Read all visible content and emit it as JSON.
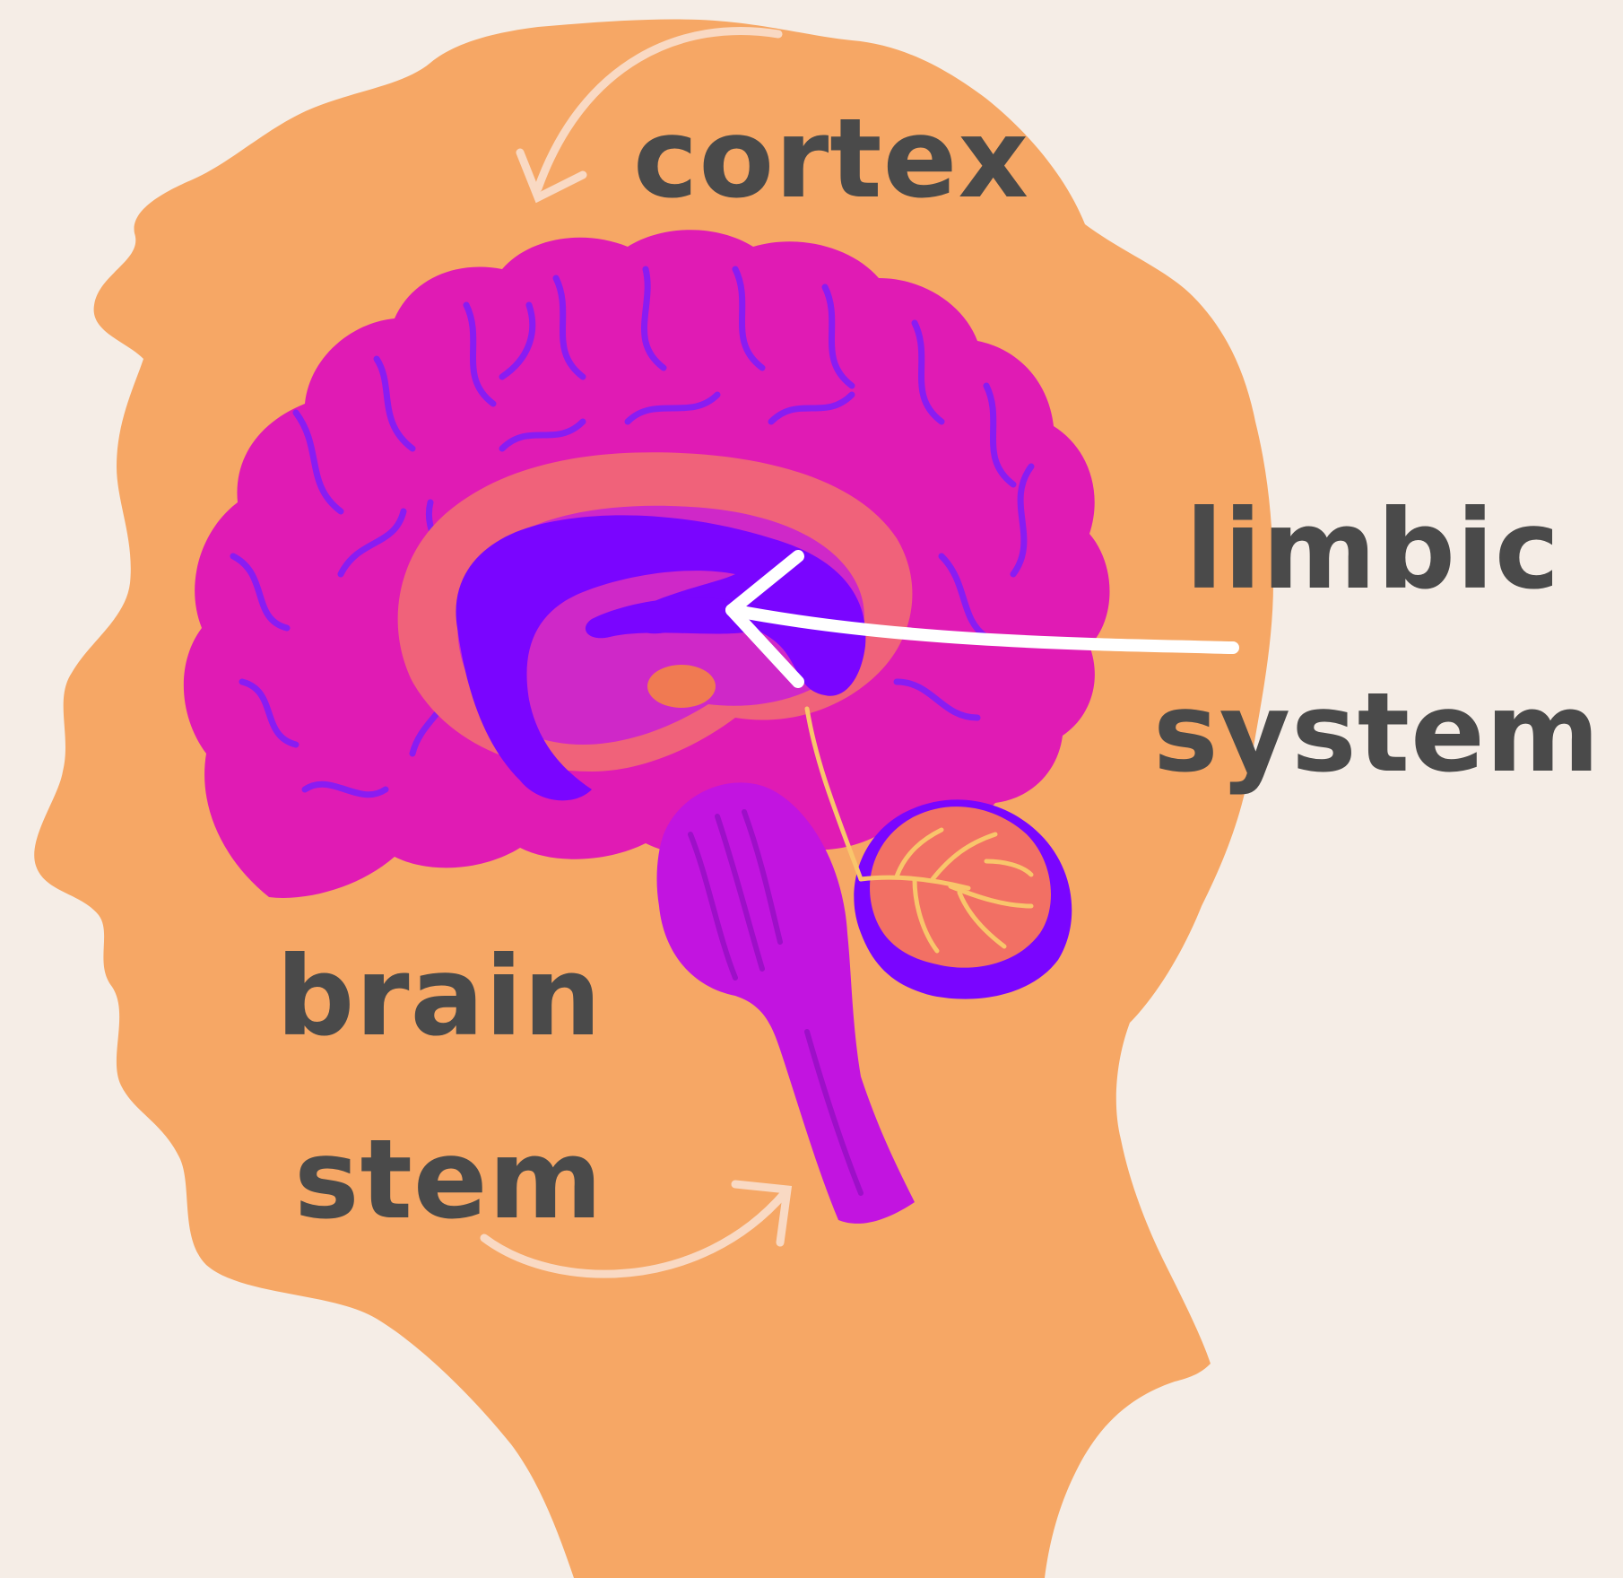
{
  "labels": {
    "cortex": "cortex",
    "limbic_line1": "limbic",
    "limbic_line2": "system",
    "brainstem_line1": "brain",
    "brainstem_line2": "stem"
  },
  "colors": {
    "background": "#f5ede6",
    "head": "#f6a765",
    "cortex": "#e01bb4",
    "cortex_sulci": "#8a1cf2",
    "limbic_ring": "#f0627a",
    "corpus_callosum": "#7a05ff",
    "thalamus": "#f07a52",
    "brain_stem": "#c214e0",
    "cerebellum": "#f27064",
    "cerebellum_veins": "#f9c56b",
    "label_text": "#4a4a4a",
    "pointer_arrow": "#ffffff",
    "curved_arrows": "#f9d9c3"
  }
}
